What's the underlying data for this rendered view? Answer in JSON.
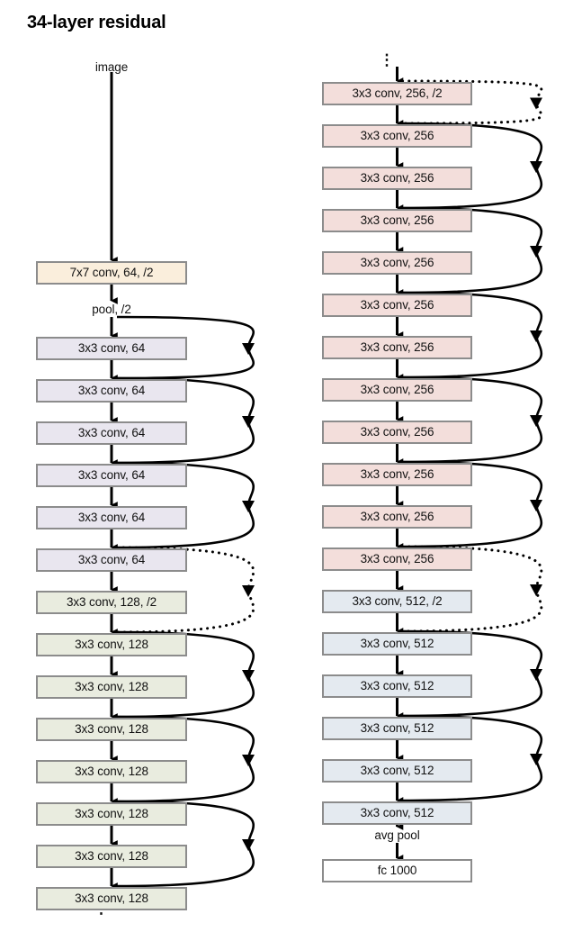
{
  "title": "34-layer residual",
  "diagram": {
    "type": "neural-network-architecture",
    "orientation": "top-to-bottom, two columns (left column continues into right column)",
    "colors": {
      "stem_conv": "#faeedc",
      "conv_64": "#e9e6ef",
      "conv_128": "#e9ecdf",
      "conv_256": "#f3dedb",
      "conv_512": "#e4eaf0",
      "fc": "#ffffff",
      "border": "#8c8c8c",
      "arrow": "#000000"
    },
    "legend_note": {
      "solid_arc": "identity shortcut",
      "dotted_arc": "projection shortcut (dimension increase)"
    }
  },
  "left_column": {
    "input_label": "image",
    "pool_label": "pool, /2",
    "continuation_label": "⋮",
    "nodes": [
      {
        "label": "7x7 conv, 64, /2",
        "kind": "stem"
      },
      {
        "label": "3x3 conv, 64",
        "kind": "conv64"
      },
      {
        "label": "3x3 conv, 64",
        "kind": "conv64"
      },
      {
        "label": "3x3 conv, 64",
        "kind": "conv64"
      },
      {
        "label": "3x3 conv, 64",
        "kind": "conv64"
      },
      {
        "label": "3x3 conv, 64",
        "kind": "conv64"
      },
      {
        "label": "3x3 conv, 64",
        "kind": "conv64"
      },
      {
        "label": "3x3 conv, 128, /2",
        "kind": "conv128"
      },
      {
        "label": "3x3 conv, 128",
        "kind": "conv128"
      },
      {
        "label": "3x3 conv, 128",
        "kind": "conv128"
      },
      {
        "label": "3x3 conv, 128",
        "kind": "conv128"
      },
      {
        "label": "3x3 conv, 128",
        "kind": "conv128"
      },
      {
        "label": "3x3 conv, 128",
        "kind": "conv128"
      },
      {
        "label": "3x3 conv, 128",
        "kind": "conv128"
      },
      {
        "label": "3x3 conv, 128",
        "kind": "conv128"
      }
    ]
  },
  "right_column": {
    "continuation_label_top": "⋮",
    "avgpool_label": "avg pool",
    "nodes": [
      {
        "label": "3x3 conv, 256, /2",
        "kind": "conv256"
      },
      {
        "label": "3x3 conv, 256",
        "kind": "conv256"
      },
      {
        "label": "3x3 conv, 256",
        "kind": "conv256"
      },
      {
        "label": "3x3 conv, 256",
        "kind": "conv256"
      },
      {
        "label": "3x3 conv, 256",
        "kind": "conv256"
      },
      {
        "label": "3x3 conv, 256",
        "kind": "conv256"
      },
      {
        "label": "3x3 conv, 256",
        "kind": "conv256"
      },
      {
        "label": "3x3 conv, 256",
        "kind": "conv256"
      },
      {
        "label": "3x3 conv, 256",
        "kind": "conv256"
      },
      {
        "label": "3x3 conv, 256",
        "kind": "conv256"
      },
      {
        "label": "3x3 conv, 256",
        "kind": "conv256"
      },
      {
        "label": "3x3 conv, 256",
        "kind": "conv256"
      },
      {
        "label": "3x3 conv, 512, /2",
        "kind": "conv512"
      },
      {
        "label": "3x3 conv, 512",
        "kind": "conv512"
      },
      {
        "label": "3x3 conv, 512",
        "kind": "conv512"
      },
      {
        "label": "3x3 conv, 512",
        "kind": "conv512"
      },
      {
        "label": "3x3 conv, 512",
        "kind": "conv512"
      },
      {
        "label": "3x3 conv, 512",
        "kind": "conv512"
      },
      {
        "label": "fc 1000",
        "kind": "fc"
      }
    ]
  },
  "shortcuts": {
    "left": [
      {
        "style": "solid",
        "from_node_index": 0,
        "to_node_index": 2
      },
      {
        "style": "solid",
        "from_node_index": 2,
        "to_node_index": 4
      },
      {
        "style": "solid",
        "from_node_index": 4,
        "to_node_index": 6
      },
      {
        "style": "dotted",
        "from_node_index": 6,
        "to_node_index": 8
      },
      {
        "style": "solid",
        "from_node_index": 8,
        "to_node_index": 10
      },
      {
        "style": "solid",
        "from_node_index": 10,
        "to_node_index": 12
      },
      {
        "style": "solid",
        "from_node_index": 12,
        "to_node_index": 14
      }
    ],
    "right": [
      {
        "style": "dotted",
        "from_node_index": 0,
        "to_node_index": 1
      },
      {
        "style": "solid",
        "from_node_index": 1,
        "to_node_index": 3
      },
      {
        "style": "solid",
        "from_node_index": 3,
        "to_node_index": 5
      },
      {
        "style": "solid",
        "from_node_index": 5,
        "to_node_index": 7
      },
      {
        "style": "solid",
        "from_node_index": 7,
        "to_node_index": 9
      },
      {
        "style": "solid",
        "from_node_index": 9,
        "to_node_index": 11
      },
      {
        "style": "dotted",
        "from_node_index": 11,
        "to_node_index": 13
      },
      {
        "style": "solid",
        "from_node_index": 13,
        "to_node_index": 15
      },
      {
        "style": "solid",
        "from_node_index": 15,
        "to_node_index": 17
      }
    ]
  }
}
